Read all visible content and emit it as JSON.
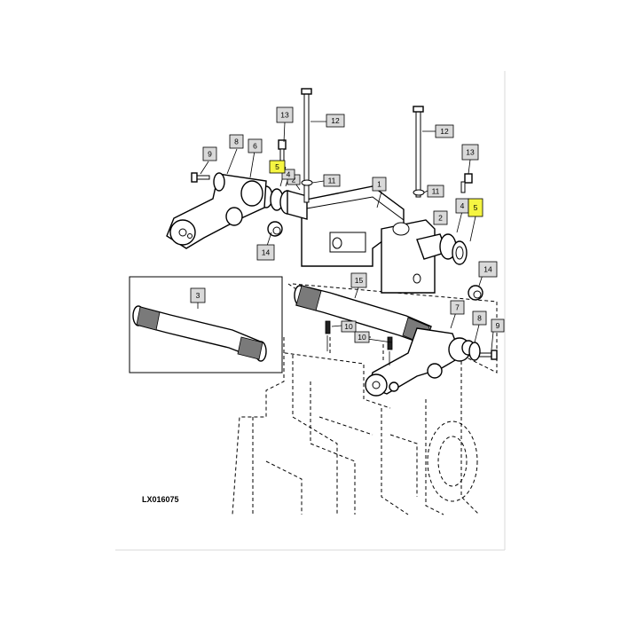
{
  "drawing_code": "LX016075",
  "callouts": [
    {
      "id": "c1",
      "label": "1",
      "highlight": false
    },
    {
      "id": "c2a",
      "label": "2",
      "highlight": false
    },
    {
      "id": "c2b",
      "label": "2",
      "highlight": false
    },
    {
      "id": "c3",
      "label": "3",
      "highlight": false
    },
    {
      "id": "c4a",
      "label": "4",
      "highlight": false
    },
    {
      "id": "c4b",
      "label": "4",
      "highlight": false
    },
    {
      "id": "c5a",
      "label": "5",
      "highlight": true
    },
    {
      "id": "c5b",
      "label": "5",
      "highlight": true
    },
    {
      "id": "c6",
      "label": "6",
      "highlight": false
    },
    {
      "id": "c7",
      "label": "7",
      "highlight": false
    },
    {
      "id": "c8a",
      "label": "8",
      "highlight": false
    },
    {
      "id": "c8b",
      "label": "8",
      "highlight": false
    },
    {
      "id": "c9a",
      "label": "9",
      "highlight": false
    },
    {
      "id": "c9b",
      "label": "9",
      "highlight": false
    },
    {
      "id": "c10a",
      "label": "10",
      "highlight": false
    },
    {
      "id": "c10b",
      "label": "10",
      "highlight": false
    },
    {
      "id": "c11a",
      "label": "11",
      "highlight": false
    },
    {
      "id": "c11b",
      "label": "11",
      "highlight": false
    },
    {
      "id": "c12a",
      "label": "12",
      "highlight": false
    },
    {
      "id": "c12b",
      "label": "12",
      "highlight": false
    },
    {
      "id": "c13a",
      "label": "13",
      "highlight": false
    },
    {
      "id": "c13b",
      "label": "13",
      "highlight": false
    },
    {
      "id": "c14a",
      "label": "14",
      "highlight": false
    },
    {
      "id": "c14b",
      "label": "14",
      "highlight": false
    },
    {
      "id": "c15",
      "label": "15",
      "highlight": false
    }
  ]
}
